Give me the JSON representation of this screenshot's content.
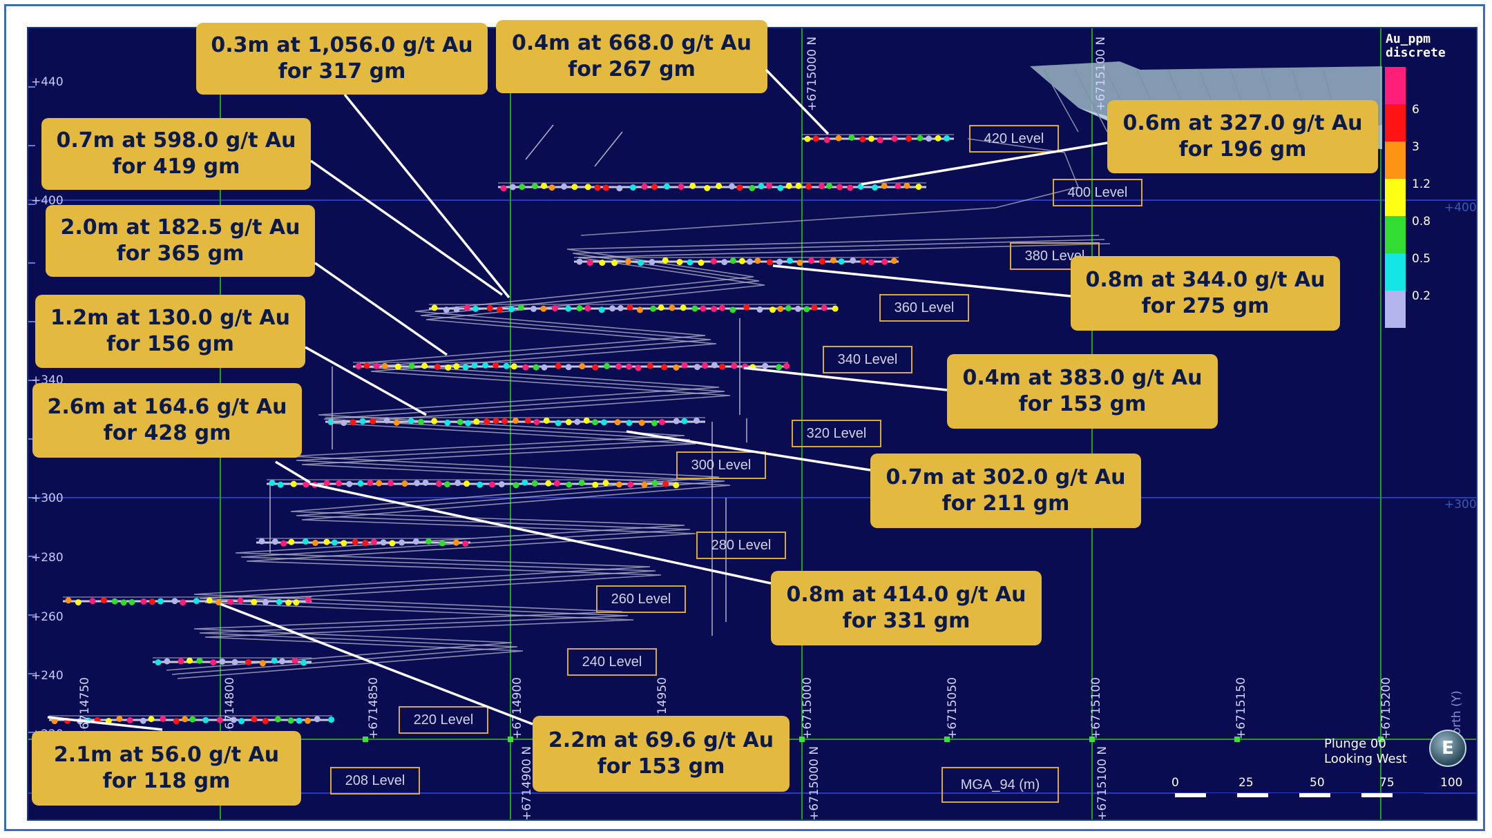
{
  "legend": {
    "title_line1": "Au_ppm",
    "title_line2": "discrete",
    "classes": [
      {
        "label": "6",
        "color": "#ff1e78"
      },
      {
        "label": "3",
        "color": "#ff1414"
      },
      {
        "label": "1.2",
        "color": "#ff9414"
      },
      {
        "label": "0.8",
        "color": "#ffff14"
      },
      {
        "label": "0.5",
        "color": "#32dc32"
      },
      {
        "label": "0.2",
        "color": "#14e6e6"
      },
      {
        "label": "",
        "color": "#b4b4ec"
      }
    ]
  },
  "callouts": [
    {
      "line1": "0.3m at 1,056.0 g/t Au",
      "line2": "for 317 gm"
    },
    {
      "line1": "0.4m at 668.0 g/t Au",
      "line2": "for 267 gm"
    },
    {
      "line1": "0.7m at 598.0 g/t Au",
      "line2": "for 419 gm"
    },
    {
      "line1": "0.6m at 327.0 g/t Au",
      "line2": "for 196 gm"
    },
    {
      "line1": "2.0m at 182.5 g/t Au",
      "line2": "for 365 gm"
    },
    {
      "line1": "0.8m at 344.0 g/t Au",
      "line2": "for 275 gm"
    },
    {
      "line1": "1.2m at 130.0 g/t Au",
      "line2": "for 156 gm"
    },
    {
      "line1": "0.4m at 383.0 g/t Au",
      "line2": "for 153 gm"
    },
    {
      "line1": "2.6m at 164.6 g/t Au",
      "line2": "for 428 gm"
    },
    {
      "line1": "0.7m at 302.0 g/t Au",
      "line2": "for 211 gm"
    },
    {
      "line1": "0.8m at 414.0 g/t Au",
      "line2": "for 331 gm"
    },
    {
      "line1": "2.1m at 56.0 g/t Au",
      "line2": "for 118 gm"
    },
    {
      "line1": "2.2m at 69.6 g/t Au",
      "line2": "for 153 gm"
    }
  ],
  "levels": [
    "420 Level",
    "400 Level",
    "380 Level",
    "360 Level",
    "340 Level",
    "320 Level",
    "300 Level",
    "280 Level",
    "260 Level",
    "240 Level",
    "220 Level",
    "208 Level"
  ],
  "elevations": [
    "+440",
    "+400",
    "+340",
    "+300",
    "+280",
    "+260",
    "+240",
    "+220"
  ],
  "elevations_right": [
    "+400",
    "+300"
  ],
  "northings": [
    "+6714750",
    "+6714800",
    "+6714850",
    "+6714900",
    "+6714950",
    "+6715000",
    "+6715050",
    "+6715100",
    "+6715150",
    "+6715200"
  ],
  "northings_top": [
    "+6715000 N",
    "+6715100 N"
  ],
  "northings_bottom": [
    "+6714900 N",
    "+6715000 N",
    "+6715100 N"
  ],
  "axis_label": "North (Y)",
  "projection": "MGA_94 (m)",
  "scale_labels": [
    "0",
    "25",
    "50",
    "75",
    "100"
  ],
  "plunge_line1": "Plunge 00",
  "plunge_line2": "Looking West",
  "compass_letter": "E"
}
